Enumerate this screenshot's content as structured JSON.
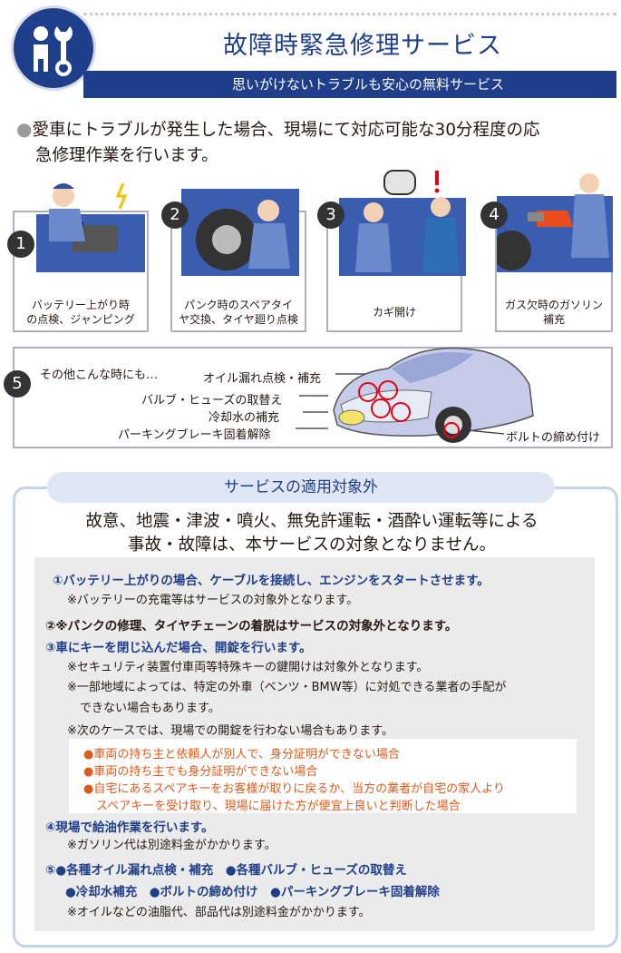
{
  "header": {
    "title": "故障時緊急修理サービス",
    "subtitle": "思いがけないトラブルも安心の無料サービス"
  },
  "intro": {
    "bullet": "●",
    "line1": "愛車にトラブルが発生した場合、現場にて対応可能な30分程度の応",
    "line2": "急修理作業を行います。"
  },
  "services": [
    {
      "num": "1",
      "caption1": "バッテリー上がり時",
      "caption2": "の点検、ジャンピング"
    },
    {
      "num": "2",
      "caption1": "パンク時のスペアタイ",
      "caption2": "ヤ交換、タイヤ廻り点検"
    },
    {
      "num": "3",
      "caption1": "カギ開け",
      "caption2": ""
    },
    {
      "num": "4",
      "caption1": "ガス欠時のガソリン",
      "caption2": "補充"
    }
  ],
  "other": {
    "num": "5",
    "lead": "その他こんな時にも…",
    "labels": [
      "オイル漏れ点検・補充",
      "バルブ・ヒューズの取替え",
      "冷却水の補充",
      "パーキングブレーキ固着解除",
      "ボルトの締め付け"
    ]
  },
  "exclusions": {
    "title": "サービスの適用対象外",
    "lead1": "故意、地震・津波・噴火、無免許運転・酒酔い運転等による",
    "lead2": "事故・故障は、本サービスの対象となりません。",
    "item1": "①バッテリー上がりの場合、ケーブルを接続し、エンジンをスタートさせます。",
    "item1_note": "※バッテリーの充電等はサービスの対象外となります。",
    "item2": "②※パンクの修理、タイヤチェーンの着脱はサービスの対象外となります。",
    "item3": "③車にキーを閉じ込んだ場合、開錠を行います。",
    "item3_note1": "※セキュリティ装置付車両等特殊キーの鍵開けは対象外となります。",
    "item3_note2a": "※一部地域によっては、特定の外車（ベンツ・BMW等）に対処できる業者の手配が",
    "item3_note2b": "できない場合もあります。",
    "item3_note3": "※次のケースでは、現場での開錠を行わない場合もあります。",
    "cases": [
      "●車両の持ち主と依頼人が別人で、身分証明ができない場合",
      "●車両の持ち主でも身分証明ができない場合",
      "●自宅にあるスペアキーをお客様が取りに戻るか、当方の業者が自宅の家人より",
      "スペアキーを受け取り、現場に届けた方が便宜上良いと判断した場合"
    ],
    "item4": "④現場で給油作業を行います。",
    "item4_note": "※ガソリン代は別途料金がかかります。",
    "item5_line1": "⑤●各種オイル漏れ点検・補充　●各種バルブ・ヒューズの取替え",
    "item5_line2": "●冷却水補充　●ボルトの締め付け　●パーキングブレーキ固着解除",
    "item5_note": "※オイルなどの油脂代、部品代は別途料金がかかります。"
  },
  "colors": {
    "brand": "#1f3f8a",
    "accent_red": "#e05a1c",
    "gray_panel": "#ebebeb",
    "pill": "#dfe7f5"
  }
}
